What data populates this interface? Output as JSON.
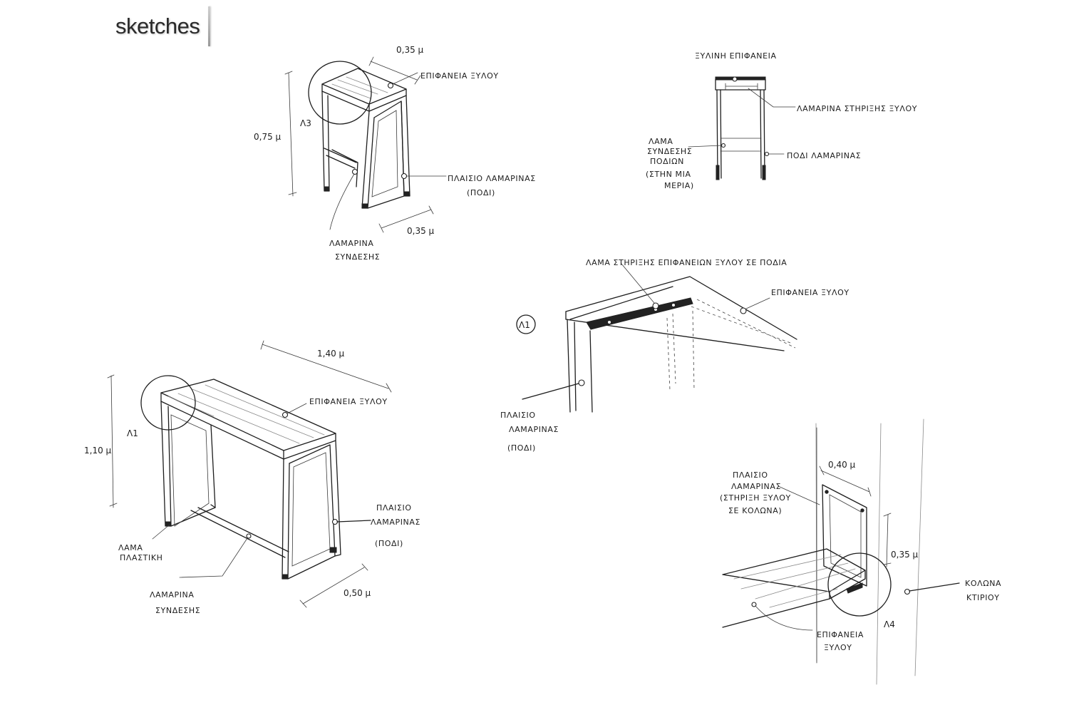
{
  "header": {
    "title": "sketches"
  },
  "stool": {
    "dim_depth": "0,35 μ",
    "dim_height": "0,75 μ",
    "dim_width": "0,35 μ",
    "detail_ref": "Λ3",
    "label_top": "ΕΠΙΦΑΝΕΙΑ ΞΥΛΟΥ",
    "label_frame_line1": "ΠΛΑΙΣΙΟ ΛΑΜΑΡΙΝΑΣ",
    "label_frame_line2": "(ΠΟΔΙ)",
    "label_link_line1": "ΛΑΜΑΡΙΝΑ",
    "label_link_line2": "ΣΥΝΔΕΣΗΣ"
  },
  "section": {
    "label_top": "ΞΥΛΙΝΗ ΕΠΙΦΑΝΕΙΑ",
    "label_support": "ΛΑΜΑΡΙΝΑ ΣΤΗΡΙΞΗΣ ΞΥΛΟΥ",
    "label_flat_line1": "ΛΑΜΑ",
    "label_flat_line2": "ΣΥΝΔΕΣΗΣ",
    "label_flat_line3": "ΠΟΔΙΩΝ",
    "label_flat_line4": "(ΣΤΗΝ ΜΙΑ",
    "label_flat_line5": "ΜΕΡΙΑ)",
    "label_leg": "ΠΟΔΙ ΛΑΜΑΡΙΝΑΣ"
  },
  "table": {
    "dim_length": "1,40 μ",
    "dim_height": "1,10 μ",
    "dim_width": "0,50 μ",
    "detail_ref": "Λ1",
    "label_top": "ΕΠΙΦΑΝΕΙΑ ΞΥΛΟΥ",
    "label_frame_line1": "ΠΛΑΙΣΙΟ",
    "label_frame_line2": "ΛΑΜΑΡΙΝΑΣ",
    "label_frame_line3": "(ΠΟΔΙ)",
    "label_flat_line1": "ΛΑΜΑ",
    "label_flat_line2": "ΠΛΑΣΤΙΚΗ",
    "label_link_line1": "ΛΑΜΑΡΙΝΑ",
    "label_link_line2": "ΣΥΝΔΕΣΗΣ"
  },
  "detail_l1": {
    "ref": "Λ1",
    "label_flat": "ΛΑΜΑ ΣΤΗΡΙΞΗΣ ΕΠΙΦΑΝΕΙΩΝ ΞΥΛΟΥ ΣΕ ΠΟΔΙΑ",
    "label_top": "ΕΠΙΦΑΝΕΙΑ ΞΥΛΟΥ",
    "label_frame_line1": "ΠΛΑΙΣΙΟ",
    "label_frame_line2": "ΛΑΜΑΡΙΝΑΣ",
    "label_frame_line3": "(ΠΟΔΙ)"
  },
  "detail_l4": {
    "ref": "Λ4",
    "dim_width": "0,40 μ",
    "dim_height": "0,35 μ",
    "label_frame_line1": "ΠΛΑΙΣΙΟ",
    "label_frame_line2": "ΛΑΜΑΡΙΝΑΣ",
    "label_frame_line3": "(ΣΤΗΡΙΞΗ ΞΥΛΟΥ",
    "label_frame_line4": "ΣΕ ΚΟΛΩΝΑ)",
    "label_column_line1": "ΚΟΛΩΝΑ",
    "label_column_line2": "ΚΤΙΡΙΟΥ",
    "label_top_line1": "ΕΠΙΦΑΝΕΙΑ",
    "label_top_line2": "ΞΥΛΟΥ"
  }
}
